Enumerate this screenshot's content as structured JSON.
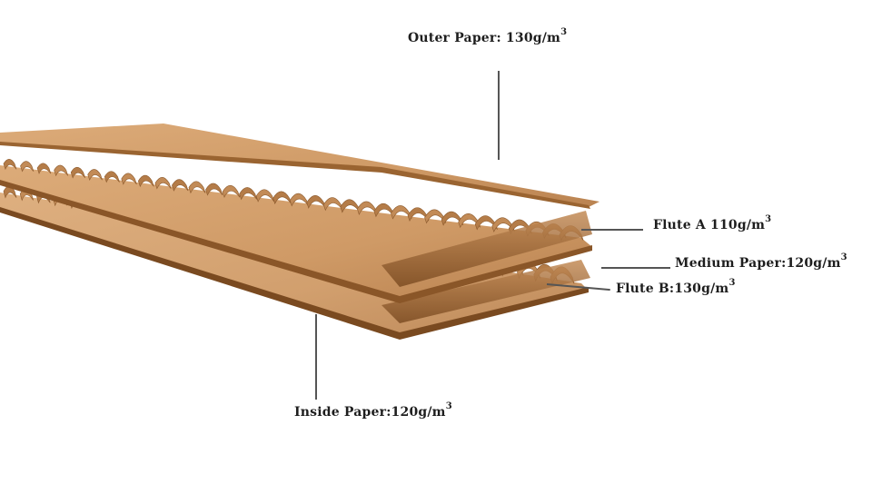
{
  "labels": {
    "outer_paper": {
      "text": "Outer Paper:  130g/m",
      "sup": "3"
    },
    "flute_a": {
      "text": "Flute A 110g/m",
      "sup": "3"
    },
    "medium_paper": {
      "text": "Medium Paper:120g/m",
      "sup": "3"
    },
    "flute_b": {
      "text": "Flute B:130g/m",
      "sup": "3"
    },
    "inside_paper": {
      "text": "Inside Paper:120g/m",
      "sup": "3"
    }
  },
  "colors": {
    "kraft_light": "#d9a673",
    "kraft_mid": "#c18a55",
    "kraft_dark": "#8e5a2c",
    "label_text": "#1e1e1e",
    "leader_line": "#555555"
  }
}
